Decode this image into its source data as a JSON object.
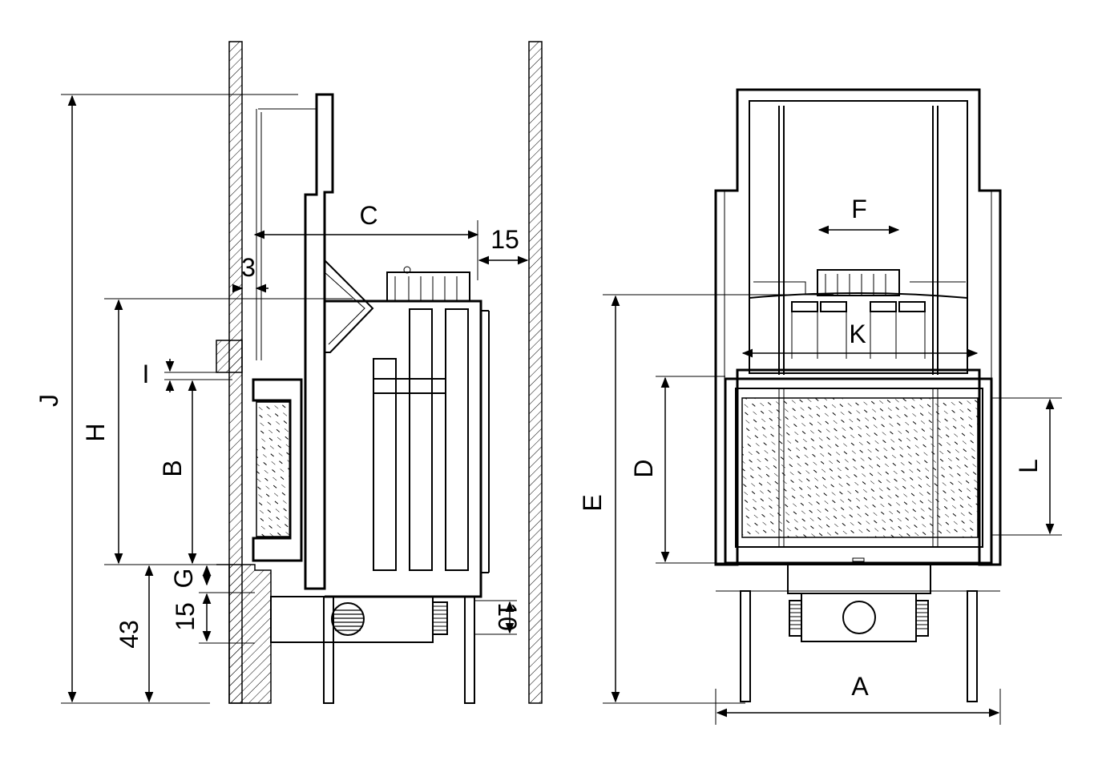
{
  "side_view": {
    "labels": {
      "C": "C",
      "three": "3",
      "fifteen_top": "15",
      "I": "I",
      "J": "J",
      "H": "H",
      "B": "B",
      "G": "G",
      "fifteen_bottom": "15",
      "fortythree": "43",
      "ten": "10"
    }
  },
  "front_view": {
    "labels": {
      "F": "F",
      "K": "K",
      "E": "E",
      "D": "D",
      "L": "L",
      "A": "A"
    }
  }
}
